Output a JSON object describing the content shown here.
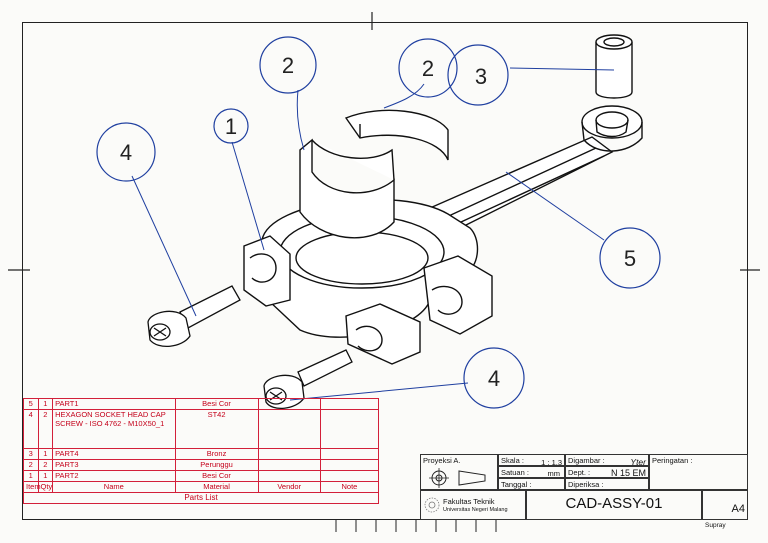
{
  "balloons": [
    {
      "id": "balloon-1a",
      "text": "1"
    },
    {
      "id": "balloon-2a",
      "text": "2"
    },
    {
      "id": "balloon-2b",
      "text": "2"
    },
    {
      "id": "balloon-3",
      "text": "3"
    },
    {
      "id": "balloon-4a",
      "text": "4"
    },
    {
      "id": "balloon-4b",
      "text": "4"
    },
    {
      "id": "balloon-5",
      "text": "5"
    }
  ],
  "parts_list": {
    "rows": [
      {
        "item": "5",
        "qty": "1",
        "name": "PART1",
        "material": "Besi Cor",
        "vendor": "",
        "note": ""
      },
      {
        "item": "4",
        "qty": "2",
        "name": "HEXAGON SOCKET HEAD CAP SCREW - ISO 4762 - M10X50_1",
        "material": "ST42",
        "vendor": "",
        "note": ""
      },
      {
        "item": "3",
        "qty": "1",
        "name": "PART4",
        "material": "Bronz",
        "vendor": "",
        "note": ""
      },
      {
        "item": "2",
        "qty": "2",
        "name": "PART3",
        "material": "Perunggu",
        "vendor": "",
        "note": ""
      },
      {
        "item": "1",
        "qty": "1",
        "name": "PART2",
        "material": "Besi Cor",
        "vendor": "",
        "note": ""
      }
    ],
    "headers": {
      "item": "Item",
      "qty": "Qty",
      "name": "Name",
      "material": "Material",
      "vendor": "Vendor",
      "note": "Note"
    },
    "caption": "Parts List"
  },
  "title_block": {
    "projection": "Proyeksi A.",
    "scale_label": "Skala :",
    "scale_value": "1 : 1,3",
    "unit_label": "Satuan :",
    "unit_value": "mm",
    "date_label": "Tanggal :",
    "drawn_label": "Digambar :",
    "drawn_value": "Yter",
    "dept_label": "Dept. :",
    "dept_value": "N 15 EM",
    "checked_label": "Diperiksa :",
    "warning_label": "Peringatan :",
    "faculty": "Fakultas Teknik",
    "university": "Universitas Negeri Malang",
    "drawing_no": "CAD-ASSY-01",
    "sheet_size": "A4"
  },
  "author": "Supray"
}
